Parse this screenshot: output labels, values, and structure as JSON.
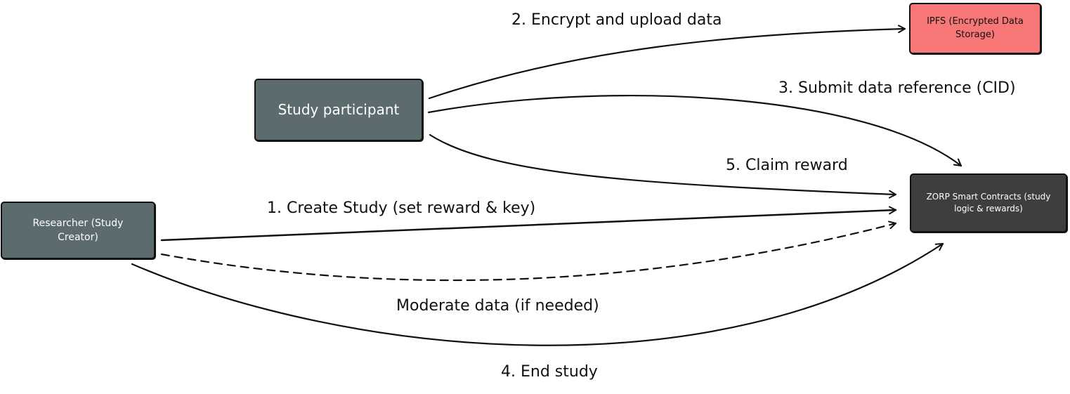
{
  "nodes": {
    "participant": "Study participant",
    "researcher": "Researcher (Study Creator)",
    "ipfs": "IPFS (Encrypted Data Storage)",
    "zorp": "ZORP Smart Contracts (study logic & rewards)"
  },
  "edges": {
    "upload": "2. Encrypt and upload data",
    "submit": "3. Submit data reference (CID)",
    "claim": "5. Claim reward",
    "create": "1. Create Study (set reward & key)",
    "moderate": "Moderate data (if needed)",
    "end": "4. End study"
  },
  "colors": {
    "node_gray": "#5b6b6e",
    "node_dark": "#3e3e3e",
    "node_red": "#f77777",
    "stroke": "#111111"
  }
}
